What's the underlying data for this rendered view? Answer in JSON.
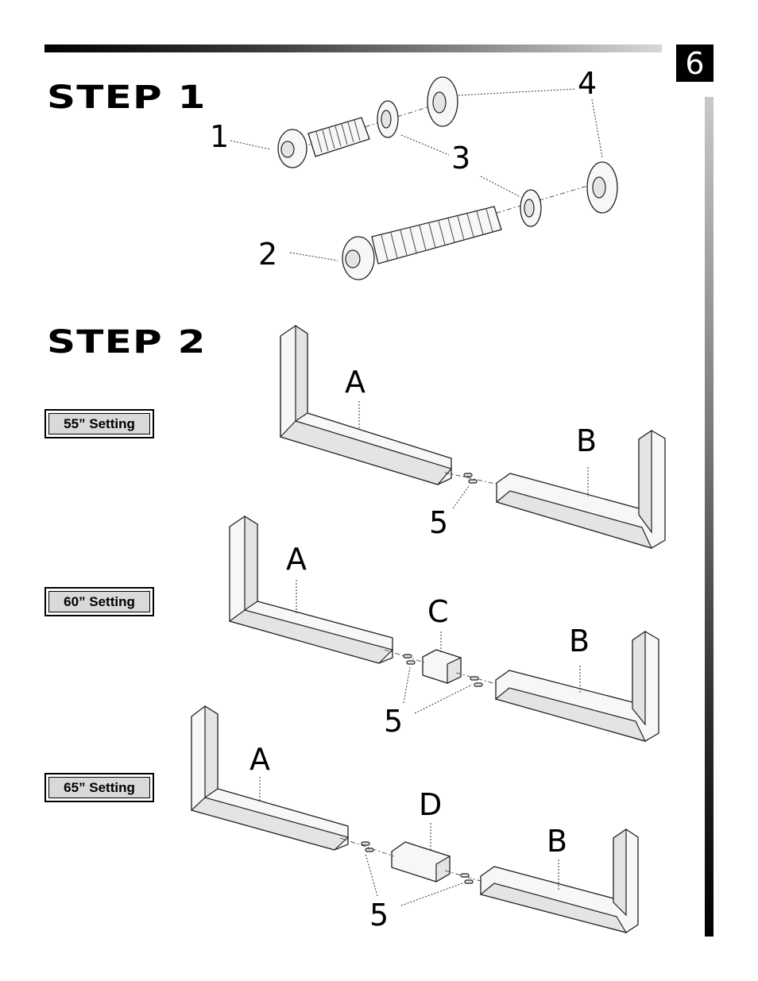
{
  "page_number": "6",
  "step1": {
    "title": "STEP 1",
    "callouts": {
      "c1": "1",
      "c2": "2",
      "c3": "3",
      "c4": "4"
    }
  },
  "step2": {
    "title": "STEP 2",
    "settings": [
      {
        "label": "55” Setting",
        "parts": {
          "a": "A",
          "b": "B",
          "pin": "5"
        }
      },
      {
        "label": "60” Setting",
        "parts": {
          "a": "A",
          "b": "B",
          "c": "C",
          "pin": "5"
        }
      },
      {
        "label": "65” Setting",
        "parts": {
          "a": "A",
          "b": "B",
          "d": "D",
          "pin": "5"
        }
      }
    ]
  }
}
